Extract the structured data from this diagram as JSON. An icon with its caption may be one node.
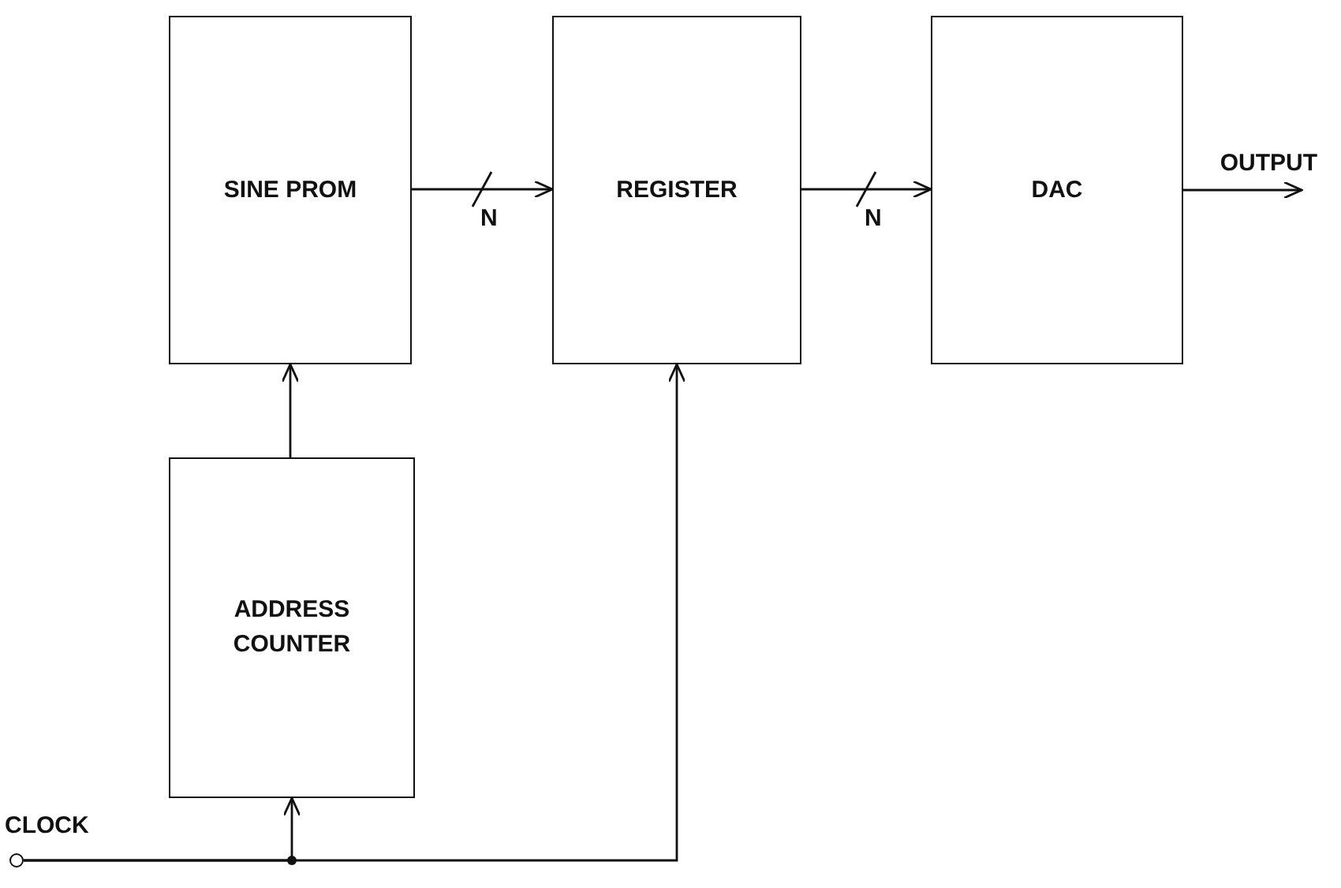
{
  "diagram": {
    "nodes": [
      {
        "text": [
          "SINE PROM"
        ]
      },
      {
        "text": [
          "REGISTER"
        ]
      },
      {
        "text": [
          "DAC"
        ]
      },
      {
        "text": [
          "ADDRESS COUNTER"
        ]
      },
      {
        "text": [],
        "shape": "circle",
        "beside": [
          "CLOCK"
        ]
      }
    ],
    "edges": [
      {
        "from": 0,
        "to": 1,
        "arrow": "to",
        "label": "N"
      },
      {
        "from": 1,
        "to": 2,
        "arrow": "to",
        "label": "N"
      },
      {
        "from": 2,
        "to": null,
        "arrow": "to",
        "label": "OUTPUT"
      },
      {
        "from": 3,
        "to": 0,
        "arrow": "to"
      },
      {
        "from": 4,
        "to": 3,
        "arrow": "to"
      },
      {
        "from": 4,
        "to": 1,
        "arrow": "to"
      }
    ]
  }
}
